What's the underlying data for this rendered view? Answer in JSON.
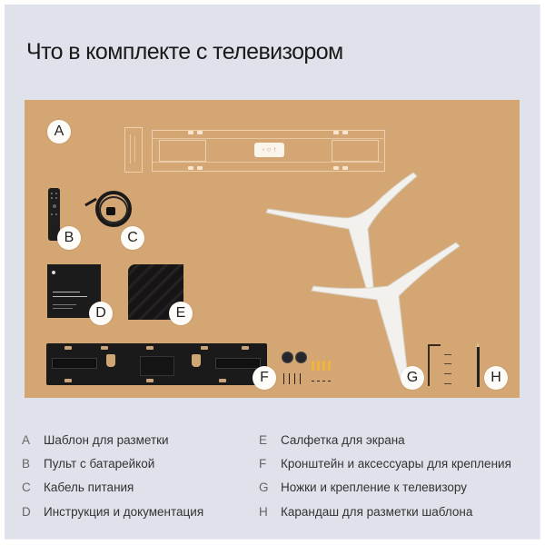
{
  "page": {
    "title": "Что в комплекте с телевизором"
  },
  "image": {
    "background_color": "#d4a674",
    "badges": [
      {
        "letter": "A"
      },
      {
        "letter": "B"
      },
      {
        "letter": "C"
      },
      {
        "letter": "D"
      },
      {
        "letter": "E"
      },
      {
        "letter": "F"
      },
      {
        "letter": "G"
      },
      {
        "letter": "H"
      }
    ]
  },
  "legend": {
    "items": [
      {
        "letter": "A",
        "text": "Шаблон для разметки"
      },
      {
        "letter": "B",
        "text": "Пульт с батарейкой"
      },
      {
        "letter": "C",
        "text": "Кабель питания"
      },
      {
        "letter": "D",
        "text": "Инструкция и документация"
      },
      {
        "letter": "E",
        "text": "Салфетка для экрана"
      },
      {
        "letter": "F",
        "text": "Кронштейн и аксессуары для крепления"
      },
      {
        "letter": "G",
        "text": "Ножки и  крепление к телевизору"
      },
      {
        "letter": "H",
        "text": "Карандаш для разметки шаблона"
      }
    ]
  }
}
